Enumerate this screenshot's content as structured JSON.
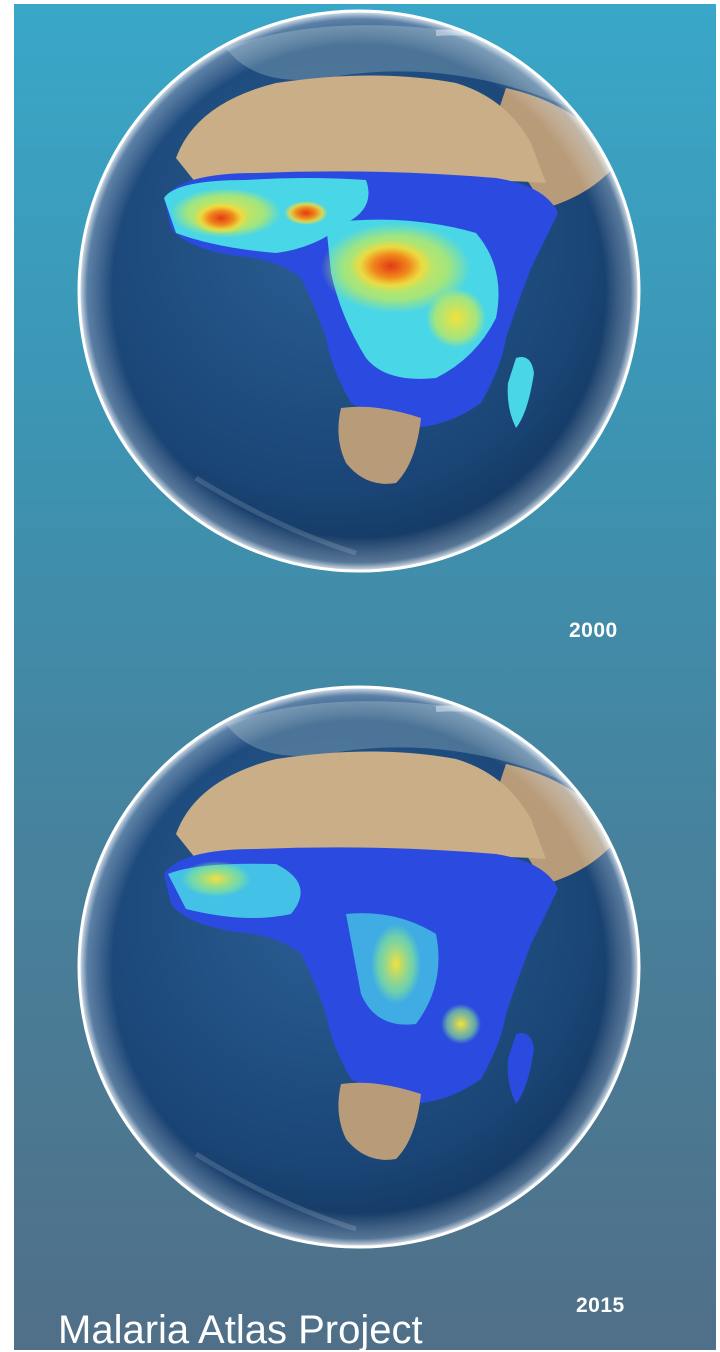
{
  "figure": {
    "source_label": "Malaria Atlas Project",
    "panels": [
      {
        "year": "2000",
        "prevalence_level": "high"
      },
      {
        "year": "2015",
        "prevalence_level": "low"
      }
    ]
  },
  "colors": {
    "background_top": "#3aa7c8",
    "background_bottom": "#506f88",
    "ocean": "#1c4a78",
    "desert": "#c9ae88",
    "low_prevalence": "#2b4be0",
    "mid_prevalence": "#4fe3e8",
    "high_prevalence": "#e23a14",
    "globe_rim": "#ffffff"
  }
}
